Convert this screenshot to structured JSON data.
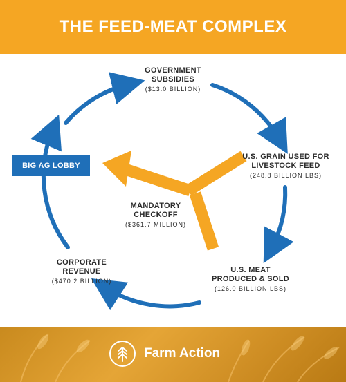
{
  "header": {
    "title": "THE FEED-MEAT COMPLEX"
  },
  "diagram": {
    "subsidies": {
      "label_line1": "GOVERNMENT",
      "label_line2": "SUBSIDIES",
      "value": "($13.0 BILLION)"
    },
    "grain": {
      "label_line1": "U.S. GRAIN USED FOR",
      "label_line2": "LIVESTOCK FEED",
      "value": "(248.8 BILLION LBS)"
    },
    "meat": {
      "label_line1": "U.S. MEAT",
      "label_line2": "PRODUCED & SOLD",
      "value": "(126.0 BILLION LBS)"
    },
    "revenue": {
      "label_line1": "CORPORATE",
      "label_line2": "REVENUE",
      "value": "($470.2 BILLION)"
    },
    "lobby": {
      "label": "BIG AG LOBBY"
    },
    "checkoff": {
      "label_line1": "MANDATORY",
      "label_line2": "CHECKOFF",
      "value": "($361.7 MILLION)"
    }
  },
  "footer": {
    "brand_name": "Farm Action",
    "logo_icon": "wheat-arrow-icon"
  },
  "colors": {
    "orange": "#f5a623",
    "blue": "#1f6fb8",
    "text": "#2b2b2b",
    "white": "#ffffff"
  }
}
